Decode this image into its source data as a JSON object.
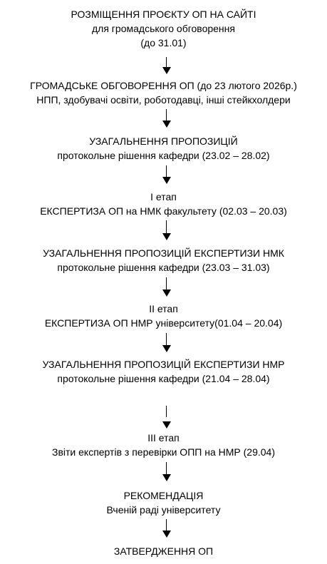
{
  "steps": [
    {
      "title": "РОЗМІЩЕННЯ ПРОЄКТУ ОП НА САЙТІ",
      "lines": [
        "для громадського обговорення",
        "(до 31.01)"
      ]
    },
    {
      "title": "ГРОМАДСЬКЕ ОБГОВОРЕННЯ ОП (до 23 лютого 2026р.)",
      "lines": [
        "НПП, здобувачі освіти, роботодавці, інші стейкхолдери"
      ]
    },
    {
      "title": "УЗАГАЛЬНЕННЯ ПРОПОЗИЦІЙ",
      "lines": [
        "протокольне рішення кафедри (23.02 – 28.02)"
      ]
    },
    {
      "stage": "І етап",
      "title": "ЕКСПЕРТИЗА ОП на НМК факультету (02.03 – 20.03)"
    },
    {
      "title": "УЗАГАЛЬНЕННЯ ПРОПОЗИЦІЙ ЕКСПЕРТИЗИ НМК",
      "lines": [
        "протокольне рішення кафедри (23.03 – 31.03)"
      ]
    },
    {
      "stage": "ІІ етап",
      "title": "ЕКСПЕРТИЗА ОП НМР університету(01.04 – 20.04)"
    },
    {
      "title": "УЗАГАЛЬНЕННЯ ПРОПОЗИЦІЙ ЕКСПЕРТИЗИ НМР",
      "lines": [
        "протокольне рішення кафедри (21.04 – 28.04)"
      ]
    },
    {
      "stage": "ІІІ етап",
      "title": "Звіти експертів з перевірки ОПП на НМР (29.04)"
    },
    {
      "title": "РЕКОМЕНДАЦІЯ",
      "lines": [
        "Вченій раді університету"
      ]
    },
    {
      "title": "ЗАТВЕРДЖЕННЯ ОП"
    }
  ]
}
